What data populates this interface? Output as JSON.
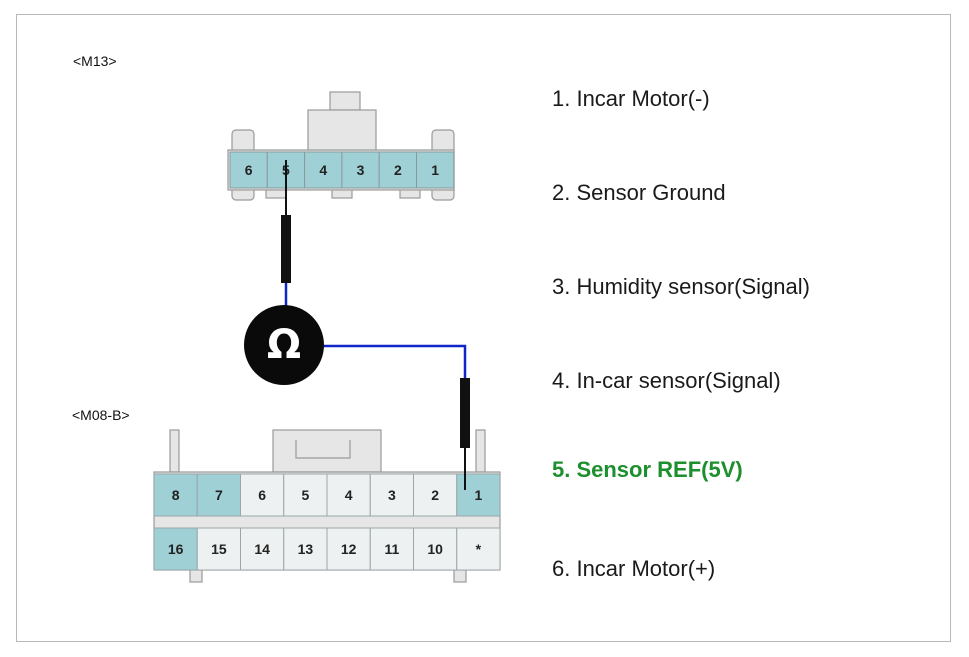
{
  "connector_top": {
    "name": "<M13>",
    "pins": [
      "6",
      "5",
      "4",
      "3",
      "2",
      "1"
    ]
  },
  "connector_bottom": {
    "name": "<M08-B>",
    "row1": [
      "8",
      "7",
      "6",
      "5",
      "4",
      "3",
      "2",
      "1"
    ],
    "row2": [
      "16",
      "15",
      "14",
      "13",
      "12",
      "11",
      "10",
      "*"
    ]
  },
  "meter": {
    "symbol": "Ω",
    "icon": "ohm-meter-icon"
  },
  "legend": [
    {
      "text": "1. Incar Motor(-)",
      "highlight": false
    },
    {
      "text": "2. Sensor Ground",
      "highlight": false
    },
    {
      "text": "3. Humidity sensor(Signal)",
      "highlight": false
    },
    {
      "text": "4. In-car sensor(Signal)",
      "highlight": false
    },
    {
      "text": "5. Sensor REF(5V)",
      "highlight": true
    },
    {
      "text": "6. Incar Motor(+)",
      "highlight": false
    }
  ],
  "colors": {
    "pin_highlight": "#9fd0d6",
    "pin_plain": "#edf1f1",
    "wire": "#1026c8",
    "probe": "#111111",
    "legend_highlight": "#1e8f2e"
  }
}
